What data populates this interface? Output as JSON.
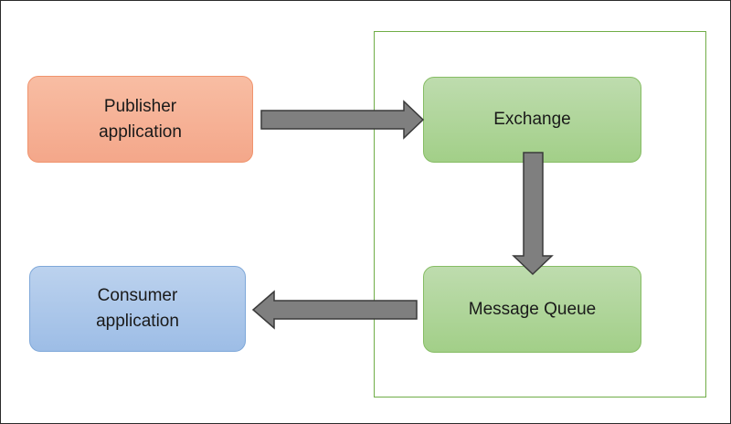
{
  "diagram": {
    "nodes": {
      "publisher": "Publisher\napplication",
      "exchange": "Exchange",
      "queue": "Message Queue",
      "consumer": "Consumer\napplication"
    },
    "edges": [
      {
        "from": "Publisher application",
        "to": "Exchange"
      },
      {
        "from": "Exchange",
        "to": "Message Queue"
      },
      {
        "from": "Message Queue",
        "to": "Consumer application"
      }
    ],
    "colors": {
      "publisher_fill": "#f4a78a",
      "consumer_fill": "#9dbde6",
      "exchange_fill": "#a2cf88",
      "queue_fill": "#a2cf88",
      "broker_border": "#70ad47",
      "arrow_fill": "#7f7f7f",
      "arrow_stroke": "#3a3a3a"
    }
  }
}
